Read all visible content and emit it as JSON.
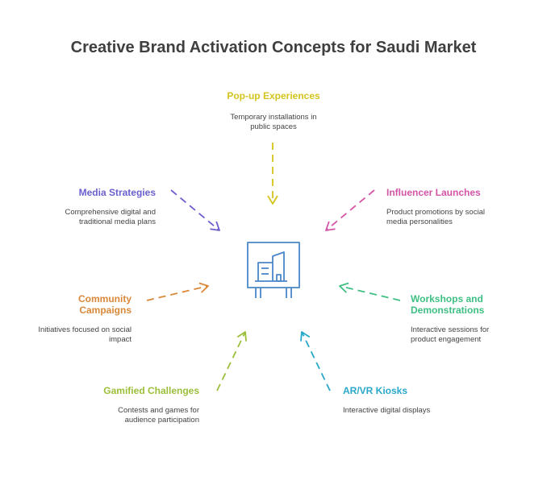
{
  "title": "Creative Brand Activation Concepts for Saudi Market",
  "concepts": [
    {
      "title": "Pop-up Experiences",
      "desc": "Temporary installations in public spaces",
      "color": "#d4c41e"
    },
    {
      "title": "Media Strategies",
      "desc": "Comprehensive digital and traditional media plans",
      "color": "#6b5fcf"
    },
    {
      "title": "Influencer Launches",
      "desc": "Product promotions by social media personalities",
      "color": "#d455a8"
    },
    {
      "title": "Community Campaigns",
      "desc": "Initiatives focused on social impact",
      "color": "#d9883a"
    },
    {
      "title": "Workshops and Demonstrations",
      "desc": "Interactive sessions for product engagement",
      "color": "#3fbf83"
    },
    {
      "title": "Gamified Challenges",
      "desc": "Contests and games for audience participation",
      "color": "#9cbf3a"
    },
    {
      "title": "AR/VR Kiosks",
      "desc": "Interactive digital displays",
      "color": "#2aa8c9"
    }
  ],
  "center_icon": "building-icon",
  "center_color": "#4a86c8"
}
